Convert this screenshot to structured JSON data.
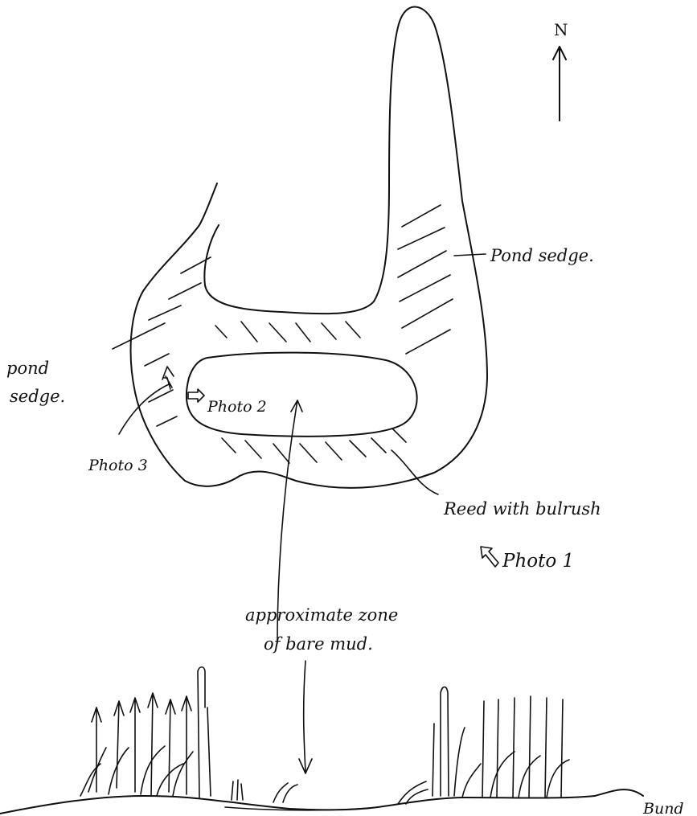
{
  "north": "N",
  "labels": {
    "pond_sedge_right": "Pond sedge.",
    "pond_sedge_left_1": "pond",
    "pond_sedge_left_2": "sedge.",
    "photo1": "Photo 1",
    "photo2": "Photo 2",
    "photo3": "Photo 3",
    "reed": "Reed with bulrush",
    "zone_1": "approximate zone",
    "zone_2": "of bare mud.",
    "bund": "Bund"
  }
}
